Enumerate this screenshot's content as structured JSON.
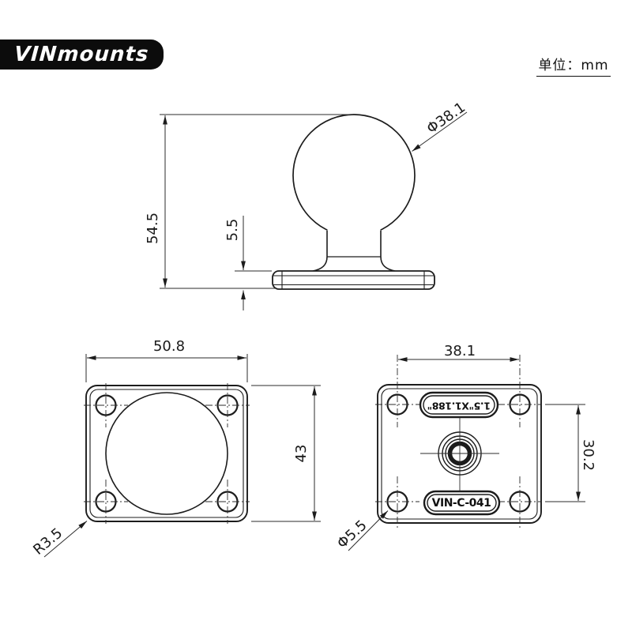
{
  "header": {
    "brand": "VINmounts",
    "unit_label": "单位：mm"
  },
  "side_view": {
    "overall_height": "54.5",
    "plate_thickness": "5.5",
    "ball_diameter": "Φ38.1"
  },
  "front_view": {
    "plate_width": "50.8",
    "plate_height": "43",
    "corner_radius": "R3.5"
  },
  "back_view": {
    "hole_spacing_x": "38.1",
    "hole_spacing_y": "30.2",
    "hole_diameter": "Φ5.5",
    "size_marking": "1.5\"X1.188\"",
    "model_marking": "VIN-C-041"
  },
  "colors": {
    "line": "#1c1c1c",
    "background": "#ffffff",
    "logo_bg": "#0c0c0c"
  }
}
